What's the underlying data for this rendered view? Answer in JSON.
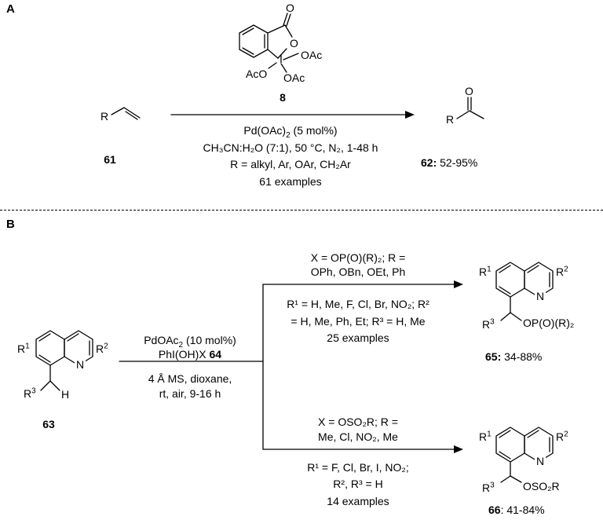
{
  "panels": {
    "a": "A",
    "b": "B"
  },
  "scheme_a": {
    "reagent_id": "8",
    "reagent_labels": {
      "carbonyl_o": "O",
      "ring_o": "O",
      "iodine": "I",
      "oac1": "OAc",
      "oac2": "AcO",
      "oac3": "OAc"
    },
    "substrate_r": "R",
    "substrate_id": "61",
    "product_o": "O",
    "product_r": "R",
    "product_id": "62:",
    "product_yield": "52-95%",
    "cond1_main": "Pd(OAc)",
    "cond1_sub": "2",
    "cond1_tail": " (5 mol%)",
    "cond2": "CH₃CN:H₂O (7:1), 50 °C, N₂, 1-48 h",
    "cond3": "R = alkyl, Ar, OAr, CH₂Ar",
    "cond4": "61 examples"
  },
  "scheme_b": {
    "substrate_id": "63",
    "r1": "R",
    "r1_sup": "1",
    "r2": "R",
    "r2_sup": "2",
    "r3": "R",
    "r3_sup": "3",
    "h": "H",
    "n": "N",
    "catalyst_main": "PdOAc",
    "catalyst_sub": "2",
    "catalyst_tail": " (10 mol%)",
    "oxidant": "PhI(OH)X ",
    "oxidant_id": "64",
    "cond_a": "4 Å MS, dioxane,",
    "cond_b": "rt, air, 9-16 h",
    "upper_x1": "X = OP(O)(R)₂; R =",
    "upper_x2": "OPh, OBn, OEt, Ph",
    "upper_r1": "R¹ = H, Me, F, Cl, Br, NO₂; R²",
    "upper_r2": "= H, Me, Ph, Et; R³ = H, Me",
    "upper_ex": "25 examples",
    "upper_group": "OP(O)(R)₂",
    "upper_id": "65:",
    "upper_yield": " 34-88%",
    "lower_x1": "X = OSO₂R; R =",
    "lower_x2": "Me, Cl, NO₂, Me",
    "lower_r1": "R¹ = F, Cl, Br, I, NO₂;",
    "lower_r2": "R², R³ = H",
    "lower_ex": "14 examples",
    "lower_group": "OSO₂R",
    "lower_id": "66",
    "lower_yield": ": 41-84%"
  }
}
